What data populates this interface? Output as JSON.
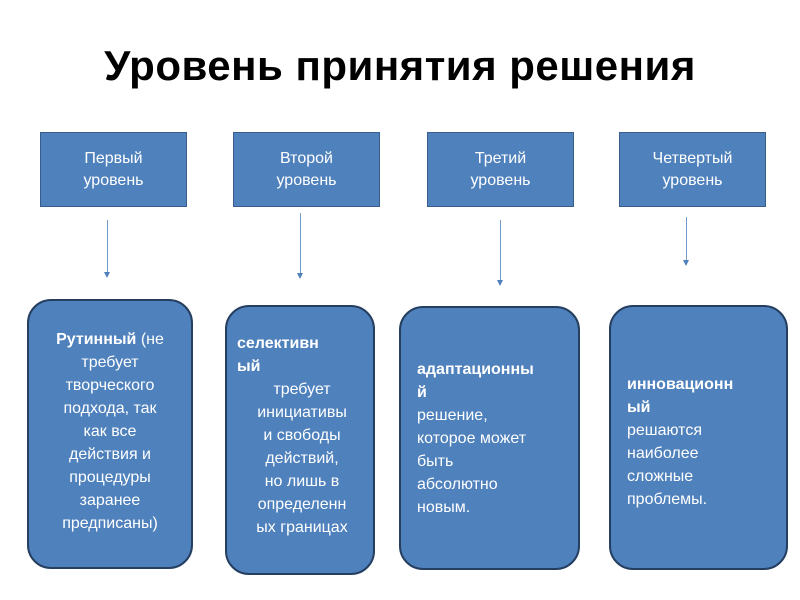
{
  "title": "Уровень принятия решения",
  "levels": [
    {
      "header": [
        "Первый",
        "уровень"
      ],
      "description": [
        "Рутинный",
        "(не",
        "требует",
        "творческого",
        "подхода, так",
        "как все",
        "действия и",
        "процедуры",
        "заранее",
        "предписаны)"
      ]
    },
    {
      "header": [
        "Второй",
        "уровень"
      ],
      "description": [
        "селективн",
        "ый",
        "требует",
        "инициативы",
        "и свободы",
        "действий,",
        "но лишь в",
        "определенн",
        "ых границах"
      ]
    },
    {
      "header": [
        "Третий",
        "уровень"
      ],
      "description": [
        "адаптационны",
        "й",
        "решение,",
        "которое может",
        "быть",
        "абсолютно",
        "новым."
      ]
    },
    {
      "header": [
        "Четвертый",
        "уровень"
      ],
      "description": [
        "инновационн",
        "ый",
        "решаются",
        "наиболее",
        "сложные",
        "проблемы."
      ]
    }
  ],
  "colors": {
    "box_fill": "#4f81bd",
    "box_border": "#243f60",
    "text": "#ffffff",
    "title": "#000000"
  }
}
